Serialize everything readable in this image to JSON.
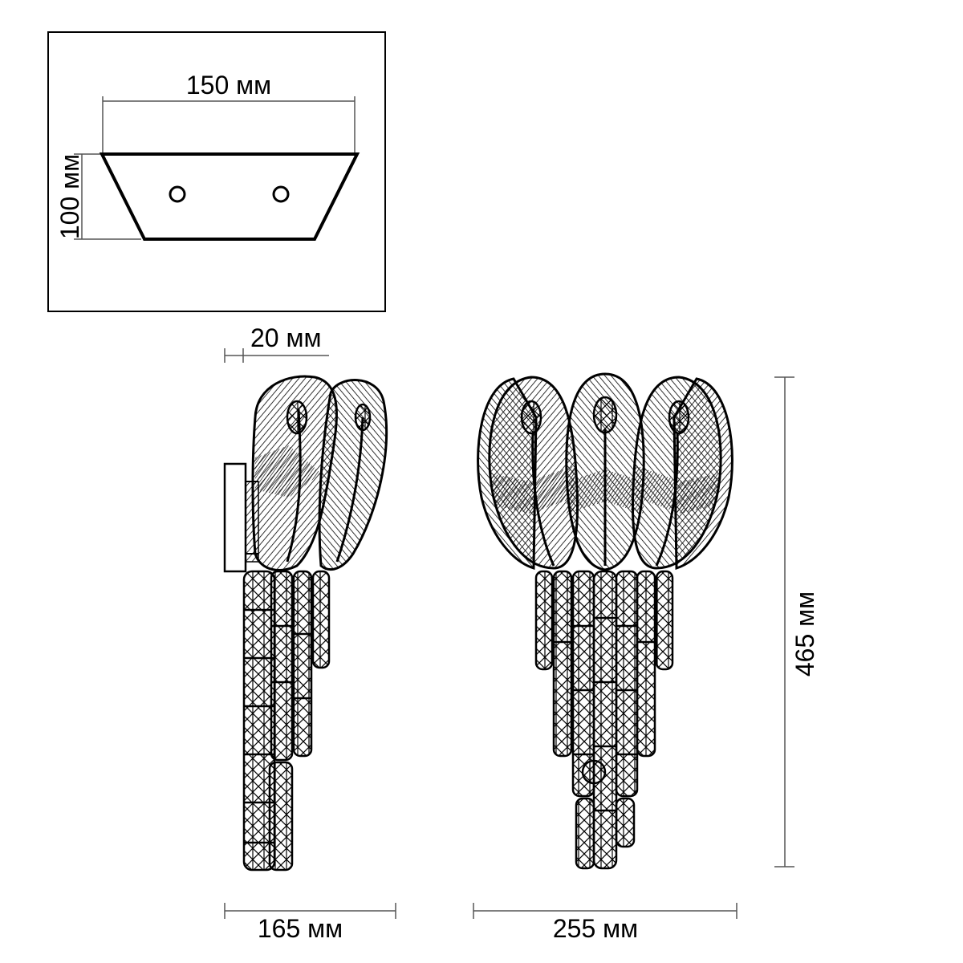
{
  "dimensions": {
    "mount_width": "150 мм",
    "mount_height": "100 мм",
    "wall_offset": "20 мм",
    "side_depth": "165 мм",
    "front_width": "255 мм",
    "total_height": "465 мм"
  },
  "colors": {
    "line": "#000000",
    "dimension_line": "#555555",
    "background": "#ffffff"
  }
}
